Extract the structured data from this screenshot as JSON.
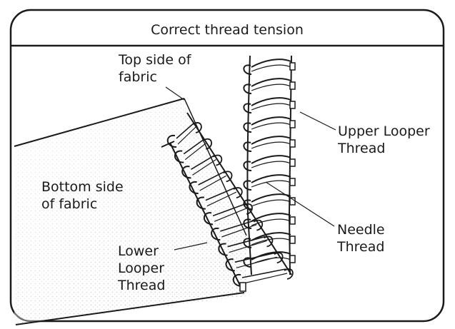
{
  "title": "Correct thread tension",
  "labels": {
    "top_side": "Top side of\nfabric",
    "bottom_side": "Bottom side\nof fabric",
    "upper_looper": "Upper Looper\nThread",
    "needle": "Needle\nThread",
    "lower_looper": "Lower\nLooper\nThread"
  },
  "colors": {
    "ink": "#1a1a1a",
    "paper": "#ffffff",
    "stipple": "#b8b8b8"
  }
}
